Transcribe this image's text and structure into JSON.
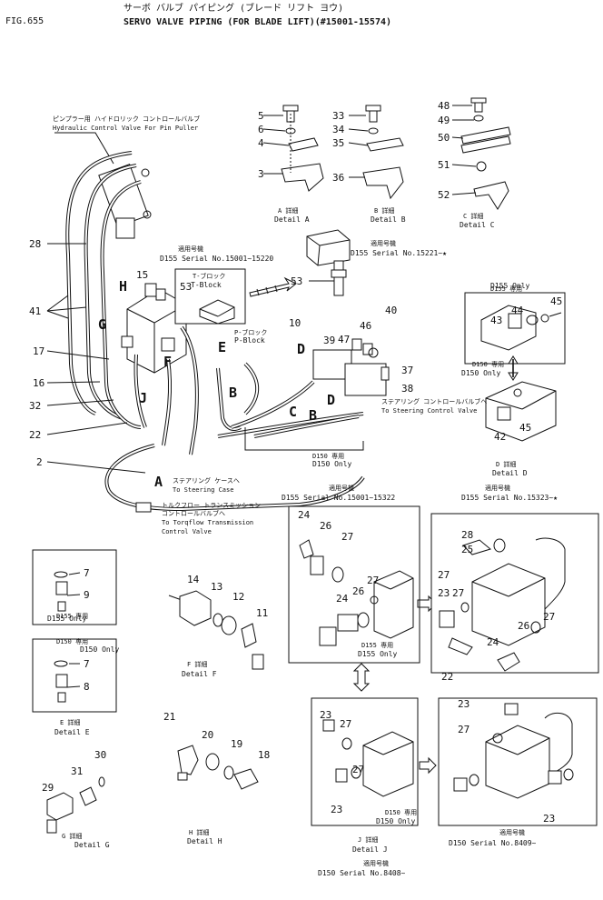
{
  "header": {
    "fig": "FIG.655",
    "kana": "サーボ バルブ パイピング (ブレード リフト ヨウ)",
    "title": "SERVO VALVE PIPING (FOR BLADE LIFT)(#15001-15574)"
  },
  "notes": {
    "hydraulic_jp": "ピンプラー用 ハイドロリック コントロールバルブ",
    "hydraulic_en": "Hydraulic Control Valve For Pin Puller",
    "serial_jp_1": "適用号機",
    "serial_1": "D155 Serial No.15001~15220",
    "serial_jp_2": "適用号機",
    "serial_2": "D155 Serial No.15221~★",
    "tblock_jp": "T-ブロック",
    "tblock": "T-Block",
    "pblock_jp": "P-ブロック",
    "pblock": "P-Block",
    "steer_valve_jp": "ステアリング コントロールバルブへ",
    "steer_valve": "To Steering Control Valve",
    "d150_jp": "D150 専用",
    "d150_only": "D150 Only",
    "steer_case_jp": "ステアリング ケースへ",
    "steer_case": "To Steering Case",
    "torq_jp1": "トルクフロー トランスミッション",
    "torq_jp2": "コントロールバルブへ",
    "torq_en1": "To Torqflow Transmission",
    "torq_en2": "Control Valve",
    "serial_jp_3": "適用号機",
    "serial_3": "D155 Serial No.15001~15322",
    "serial_jp_4": "適用号機",
    "serial_4": "D155 Serial No.15323~★",
    "d155_jp": "D155 専用",
    "d155_only": "D155 Only",
    "d150_jp_b": "D150 専用",
    "d150_only_b": "D150 Only",
    "d155_jp_c": "D155 専用",
    "d155_only_c": "D155 Only",
    "d150_jp_c": "D150 専用",
    "d150_only_c": "D150 Only",
    "d155_jp_d": "D155 専用",
    "d155_only_d": "D155 Only",
    "d150_jp_d": "D150 専用",
    "d150_only_d": "D150 Only",
    "d150_jp_e": "D150 専用",
    "d150_only_e": "D150 Only",
    "serial_jp_5": "適用号機",
    "serial_5": "D150 Serial No.8408~",
    "serial_jp_6": "適用号機",
    "serial_6": "D150 Serial No.8409~"
  },
  "details": {
    "a_jp": "A 詳細",
    "a": "Detail A",
    "b_jp": "B 詳細",
    "b": "Detail B",
    "c_jp": "C 詳細",
    "c": "Detail C",
    "d_jp": "D 詳細",
    "d": "Detail D",
    "e_jp": "E 詳細",
    "e": "Detail E",
    "f_jp": "F 詳細",
    "f": "Detail F",
    "g_jp": "G 詳細",
    "g": "Detail G",
    "h_jp": "H 詳細",
    "h": "Detail H",
    "j_jp": "J 詳細",
    "j": "Detail J"
  },
  "callouts": {
    "n2": "2",
    "n3": "3",
    "n4": "4",
    "n5": "5",
    "n6": "6",
    "n7a": "7",
    "n7b": "7",
    "n8": "8",
    "n9": "9",
    "n10": "10",
    "n11": "11",
    "n12": "12",
    "n13": "13",
    "n14": "14",
    "n15": "15",
    "n16": "16",
    "n17": "17",
    "n18": "18",
    "n19": "19",
    "n20": "20",
    "n21": "21",
    "n22a": "22",
    "n22b": "22",
    "n23a": "23",
    "n23b": "23",
    "n23c": "23",
    "n23d": "23",
    "n23e": "23",
    "n24a": "24",
    "n24b": "24",
    "n24c": "24",
    "n25": "25",
    "n26a": "26",
    "n26b": "26",
    "n26c": "26",
    "n27a": "27",
    "n27b": "27",
    "n27c": "27",
    "n27d": "27",
    "n27e": "27",
    "n27f": "27",
    "n27g": "27",
    "n27h": "27",
    "n28a": "28",
    "n28b": "28",
    "n29": "29",
    "n30": "30",
    "n31": "31",
    "n32": "32",
    "n33": "33",
    "n34": "34",
    "n35": "35",
    "n36": "36",
    "n37": "37",
    "n38": "38",
    "n39": "39",
    "n40": "40",
    "n41": "41",
    "n42": "42",
    "n43": "43",
    "n44": "44",
    "n45a": "45",
    "n45b": "45",
    "n46": "46",
    "n47": "47",
    "n48": "48",
    "n49": "49",
    "n50": "50",
    "n51": "51",
    "n52": "52",
    "n53a": "53",
    "n53b": "53"
  },
  "view_letters": {
    "a": "A",
    "b1": "B",
    "b2": "B",
    "c": "C",
    "d1": "D",
    "d2": "D",
    "e": "E",
    "f": "F",
    "g": "G",
    "h": "H",
    "j": "J"
  }
}
